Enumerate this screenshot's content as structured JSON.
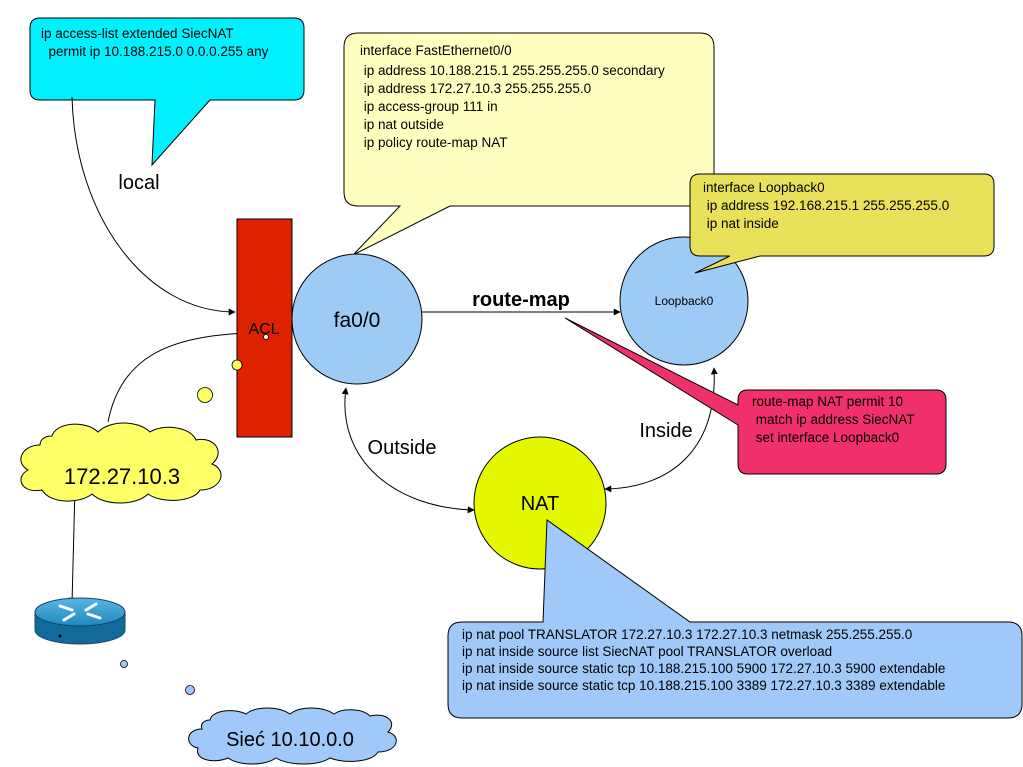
{
  "acl_callout": {
    "lines": [
      "ip access-list extended SiecNAT",
      "  permit ip 10.188.215.0 0.0.0.255 any"
    ],
    "color": "#00f0ff"
  },
  "fa_callout": {
    "lines": [
      "interface FastEthernet0/0",
      " ip address 10.188.215.1 255.255.255.0 secondary",
      " ip address 172.27.10.3 255.255.255.0",
      " ip access-group 111 in",
      " ip nat outside",
      " ip policy route-map NAT"
    ],
    "color": "#ffffc0"
  },
  "loopback_callout": {
    "lines": [
      "interface Loopback0",
      " ip address 192.168.215.1 255.255.255.0",
      " ip nat inside"
    ],
    "color": "#e8e25a"
  },
  "routemap_callout": {
    "lines": [
      "route-map NAT permit 10",
      " match ip address SiecNAT",
      " set interface Loopback0"
    ],
    "color": "#f0306a"
  },
  "nat_callout": {
    "lines": [
      "ip nat pool TRANSLATOR 172.27.10.3 172.27.10.3 netmask 255.255.255.0",
      "ip nat inside source list SiecNAT pool TRANSLATOR overload",
      "ip nat inside source static tcp 10.188.215.100 5900 172.27.10.3 5900 extendable",
      "ip nat inside source static tcp 10.188.215.100 3389 172.27.10.3 3389 extendable"
    ],
    "color": "#a0c8f8"
  },
  "nodes": {
    "acl_label": "ACL",
    "acl_color": "#dd2200",
    "fa0_label": "fa0/0",
    "loopback_label": "Loopback0",
    "nat_label": "NAT",
    "nat_color": "#e6f800",
    "node_color": "#9ecbf5",
    "cloud_ip_label": "172.27.10.3",
    "cloud_ip_color": "#ffff66",
    "cloud_net_label": "Sieć 10.10.0.0",
    "cloud_net_color": "#a0c8f8"
  },
  "edge_labels": {
    "local": "local",
    "route_map": "route-map",
    "outside": "Outside",
    "inside": "Inside"
  },
  "icons": {
    "router": "router-icon"
  }
}
